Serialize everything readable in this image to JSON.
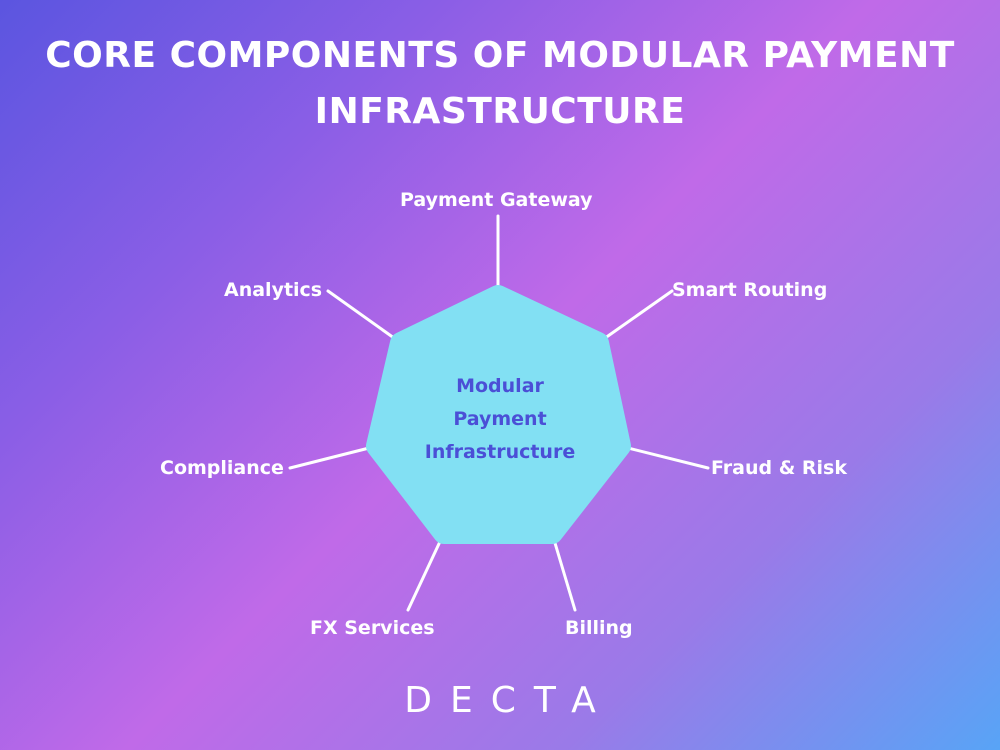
{
  "title": {
    "line1": "CORE COMPONENTS OF MODULAR PAYMENT",
    "line2": "INFRASTRUCTURE"
  },
  "center": {
    "line1": "Modular",
    "line2": "Payment",
    "line3": "Infrastructure",
    "color": "#82e0f3",
    "text_color": "#4b4fd6"
  },
  "components": [
    "Payment Gateway",
    "Smart Routing",
    "Fraud & Risk",
    "Billing",
    "FX Services",
    "Compliance",
    "Analytics"
  ],
  "logo": "DECTA"
}
